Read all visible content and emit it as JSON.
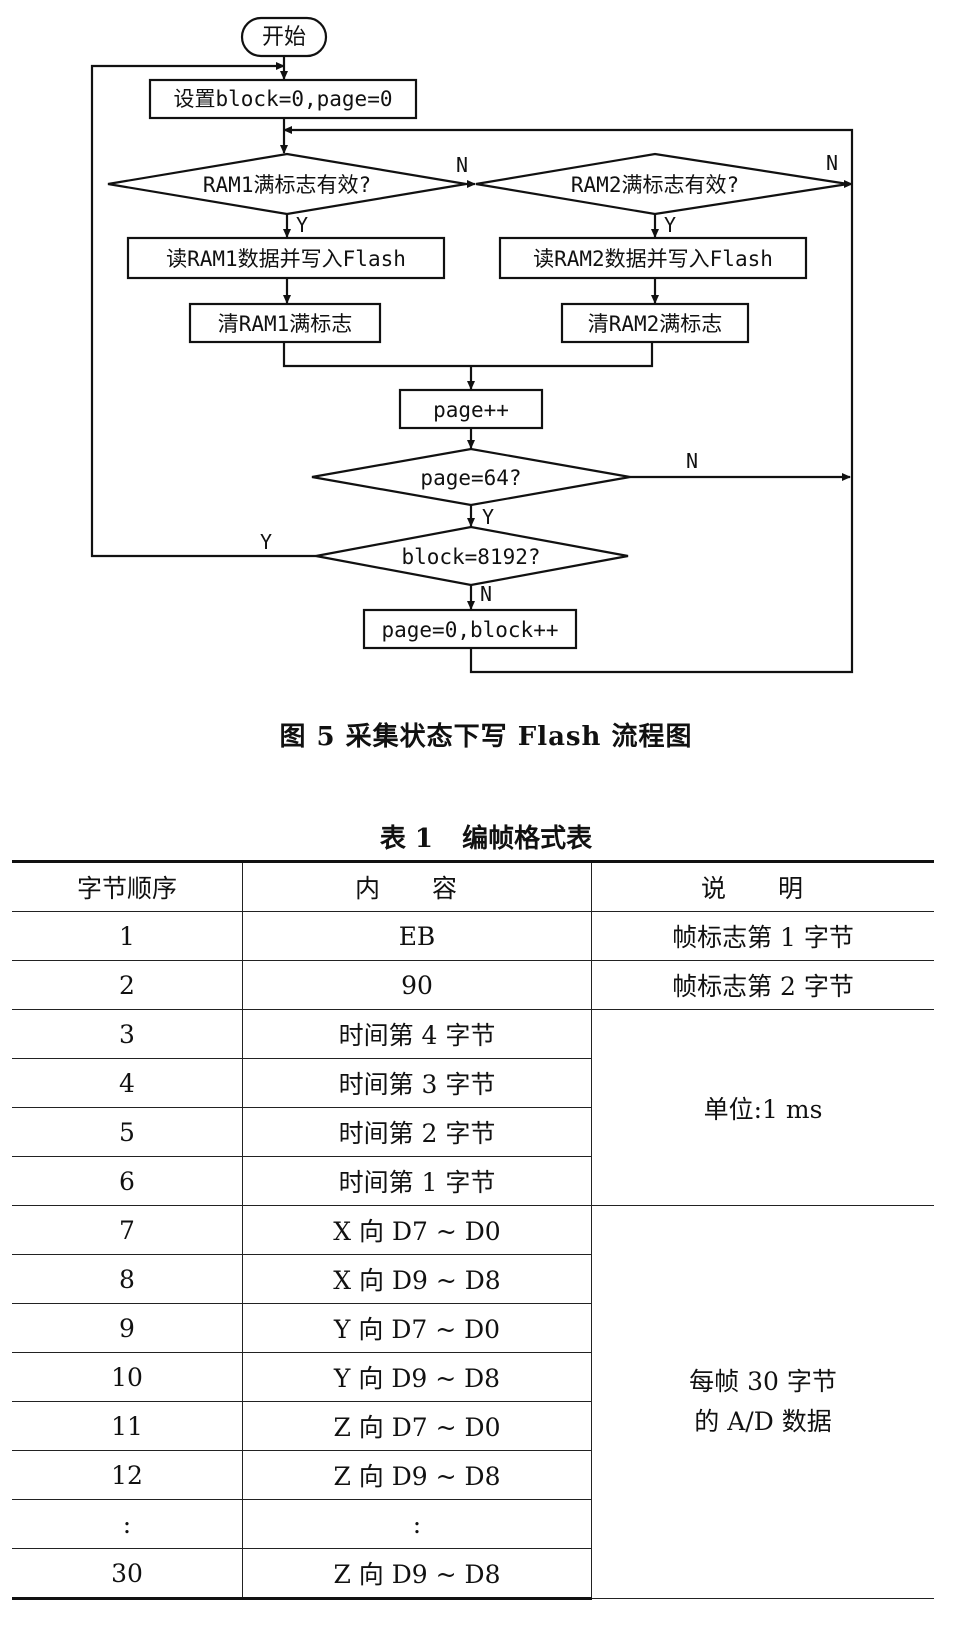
{
  "figure": {
    "start": "开始",
    "init": "设置block=0,page=0",
    "dec_ram1": "RAM1满标志有效?",
    "dec_ram2": "RAM2满标志有效?",
    "read_ram1": "读RAM1数据并写入Flash",
    "read_ram2": "读RAM2数据并写入Flash",
    "clear_ram1": "清RAM1满标志",
    "clear_ram2": "清RAM2满标志",
    "page_inc": "page++",
    "dec_page": "page=64?",
    "dec_block": "block=8192?",
    "reset_page": "page=0,block++",
    "yes": "Y",
    "no": "N",
    "caption": "图 5  采集状态下写 Flash 流程图"
  },
  "table": {
    "title_num": "表 1",
    "title_text": "编帧格式表",
    "headers": [
      "字节顺序",
      "内 容",
      "说 明"
    ],
    "rows": [
      {
        "seq": "1",
        "content": "EB",
        "note": "帧标志第 1 字节"
      },
      {
        "seq": "2",
        "content": "90",
        "note": "帧标志第 2 字节"
      },
      {
        "seq": "3",
        "content": "时间第 4 字节"
      },
      {
        "seq": "4",
        "content": "时间第 3 字节"
      },
      {
        "seq": "5",
        "content": "时间第 2 字节"
      },
      {
        "seq": "6",
        "content": "时间第 1 字节"
      },
      {
        "seq": "7",
        "content": "X 向 D7 ~ D0"
      },
      {
        "seq": "8",
        "content": "X 向 D9 ~ D8"
      },
      {
        "seq": "9",
        "content": "Y 向 D7 ~ D0"
      },
      {
        "seq": "10",
        "content": "Y 向 D9 ~ D8"
      },
      {
        "seq": "11",
        "content": "Z 向 D7 ~ D0"
      },
      {
        "seq": "12",
        "content": "Z 向 D9 ~ D8"
      },
      {
        "seq": ":",
        "content": ":"
      },
      {
        "seq": "30",
        "content": "Z 向 D9 ~ D8"
      }
    ],
    "note_time": "单位:1 ms",
    "note_ad_line1": "每帧 30 字节",
    "note_ad_line2": "的 A/D 数据"
  }
}
